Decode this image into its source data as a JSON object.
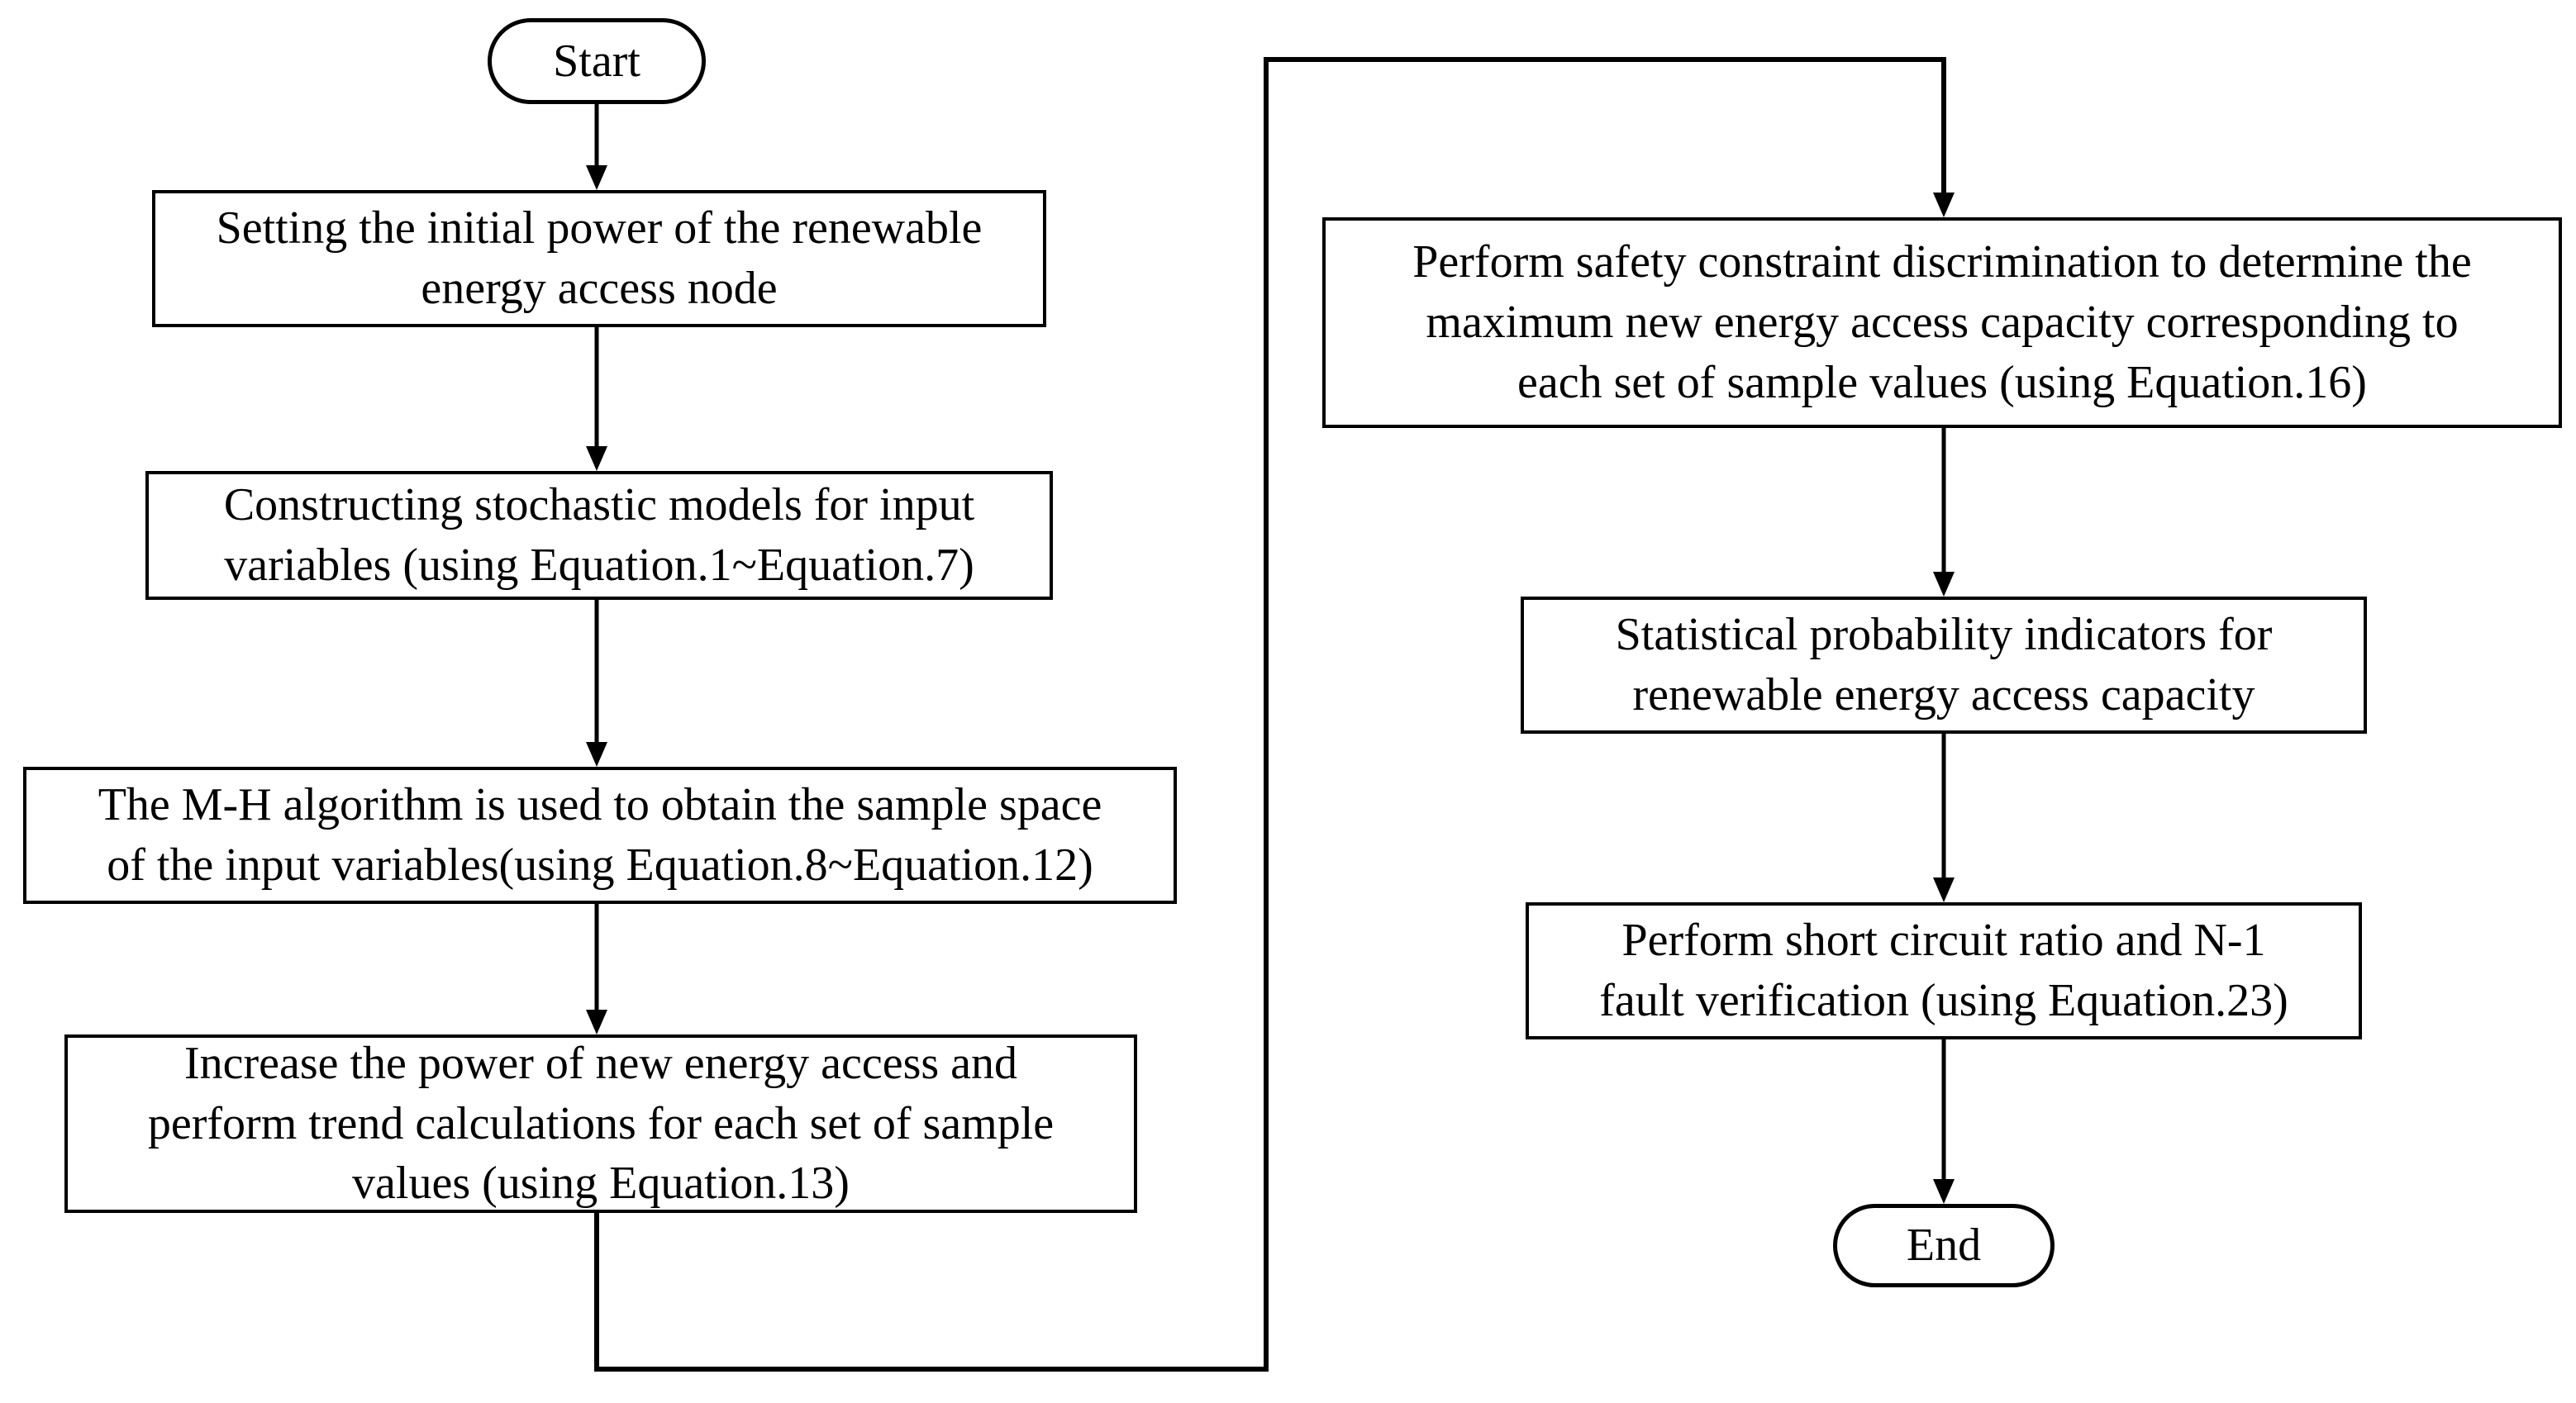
{
  "diagram": {
    "type": "flowchart",
    "background_color": "#ffffff",
    "line_color": "#000000",
    "nodes": {
      "start": {
        "shape": "terminal",
        "label": "Start"
      },
      "set_initial_power": {
        "shape": "process",
        "label": "Setting the initial power of the renewable\nenergy access node"
      },
      "construct_stochastic_models": {
        "shape": "process",
        "label": "Constructing stochastic models for input\nvariables (using Equation.1~Equation.7)"
      },
      "mh_algorithm_sample_space": {
        "shape": "process",
        "label": "The M-H algorithm is used to obtain the sample space\nof the input variables(using Equation.8~Equation.12)"
      },
      "increase_power_trend_calculations": {
        "shape": "process",
        "label": "Increase the power of new energy access and\nperform trend calculations for each set of sample\nvalues (using Equation.13)"
      },
      "safety_constraint_discrimination": {
        "shape": "process",
        "label": "Perform safety constraint discrimination to determine the\nmaximum new energy  access capacity corresponding to\neach set of sample values (using Equation.16)"
      },
      "statistical_probability_indicators": {
        "shape": "process",
        "label": "Statistical probability indicators for\nrenewable energy  access capacity"
      },
      "short_circuit_ratio_verification": {
        "shape": "process",
        "label": "Perform short circuit ratio and N-1\nfault verification (using Equation.23)"
      },
      "end": {
        "shape": "terminal",
        "label": "End"
      }
    },
    "edges": [
      {
        "from": "start",
        "to": "set_initial_power"
      },
      {
        "from": "set_initial_power",
        "to": "construct_stochastic_models"
      },
      {
        "from": "construct_stochastic_models",
        "to": "mh_algorithm_sample_space"
      },
      {
        "from": "mh_algorithm_sample_space",
        "to": "increase_power_trend_calculations"
      },
      {
        "from": "increase_power_trend_calculations",
        "to": "safety_constraint_discrimination"
      },
      {
        "from": "safety_constraint_discrimination",
        "to": "statistical_probability_indicators"
      },
      {
        "from": "statistical_probability_indicators",
        "to": "short_circuit_ratio_verification"
      },
      {
        "from": "short_circuit_ratio_verification",
        "to": "end"
      }
    ]
  }
}
